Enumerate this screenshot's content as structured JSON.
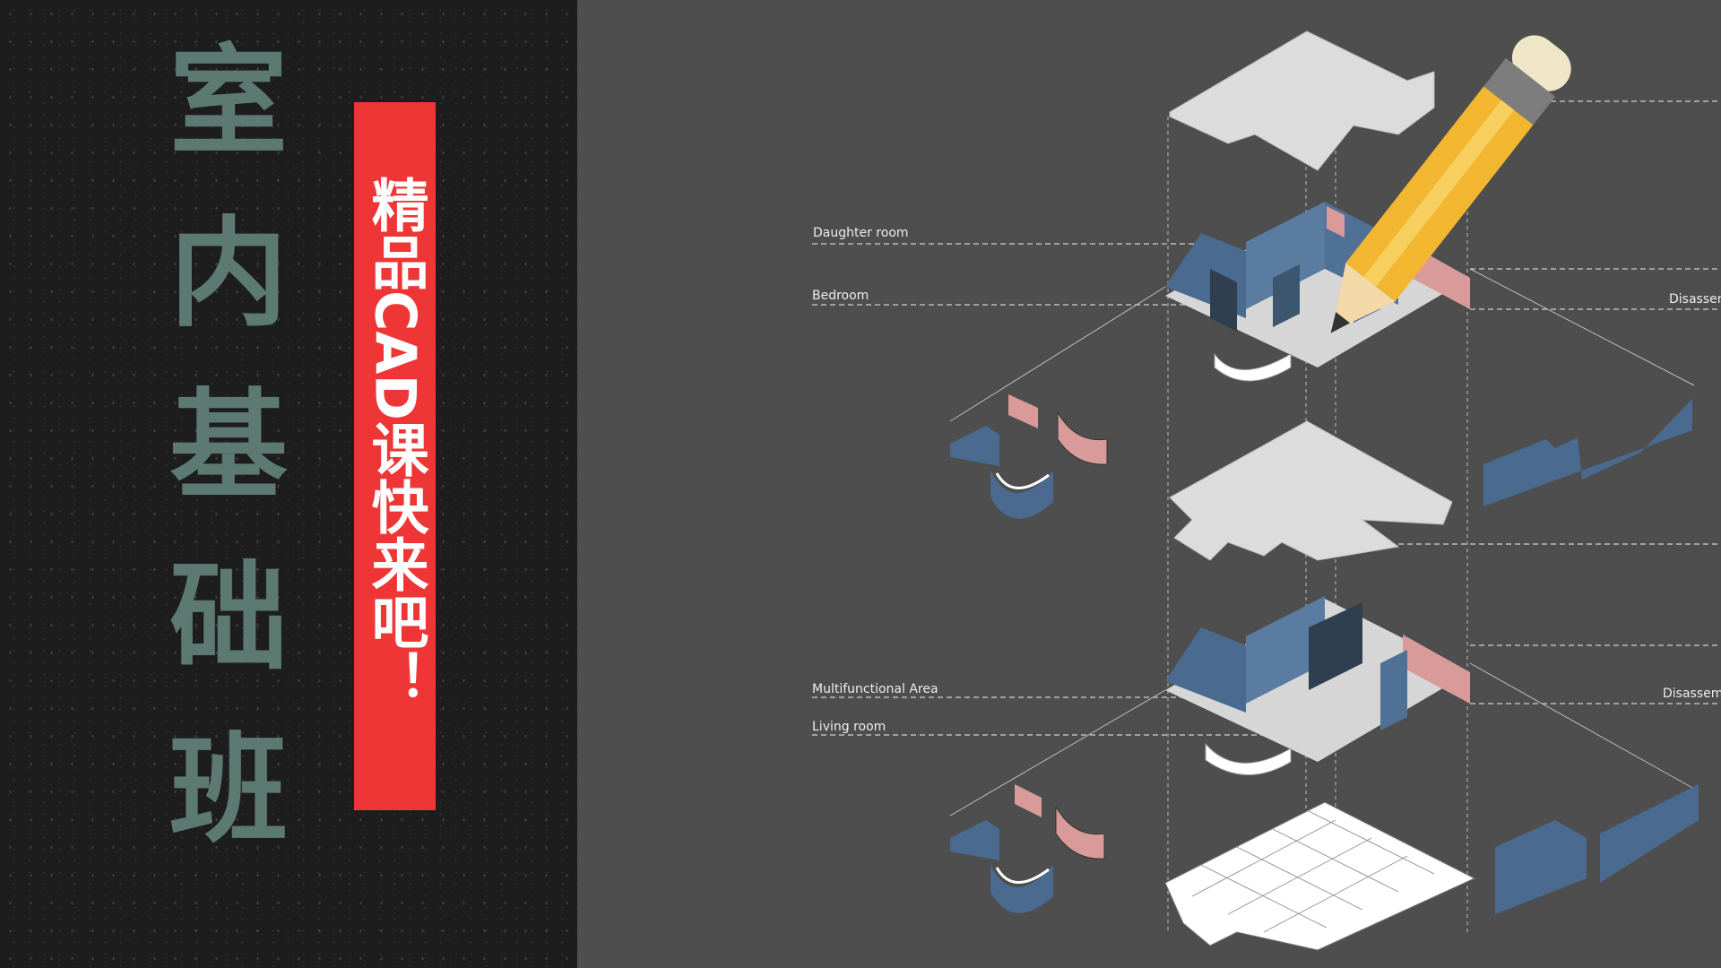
{
  "title": {
    "characters": [
      "室",
      "内",
      "基",
      "础",
      "班"
    ]
  },
  "banner": {
    "part1": "精品",
    "part2": "CAD",
    "part3": "课快来吧！"
  },
  "drawing_labels": {
    "daughter_room": "Daughter room",
    "bedroom": "Bedroom",
    "multifunctional_area": "Multifunctional Area",
    "living_room": "Living room",
    "disassemble_upper": "Disassem",
    "disassemble_lower": "Disassemb"
  },
  "icons": {
    "pencil": "pencil-icon"
  },
  "colors": {
    "left_bg": "#1d1d1d",
    "right_bg": "#4e4e4e",
    "title_text": "#5c7a72",
    "banner": "#ee3636",
    "wall_blue": "#4a6b8f",
    "wall_pink": "#d99a9a",
    "slab": "#d9d9d9",
    "pencil_yellow": "#f2b630"
  }
}
